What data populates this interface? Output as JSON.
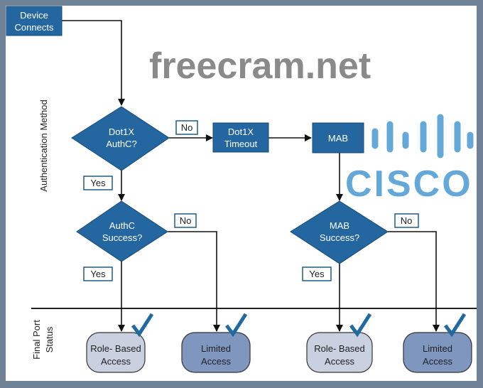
{
  "colors": {
    "frame": "#6f8296",
    "node_fill": "#2467a0",
    "node_stroke": "#174a78",
    "role_fill": "#c9d0e0",
    "limited_fill": "#7f96bf",
    "check": "#1f6aa0",
    "watermark_gray": "#8a8a8a",
    "cisco_blue": "#64a8da"
  },
  "nodes": {
    "start": {
      "line1": "Device",
      "line2": "Connects"
    },
    "dot1x_decision": {
      "line1": "Dot1X",
      "line2": "AuthC?"
    },
    "dot1x_timeout": {
      "line1": "Dot1X",
      "line2": "Timeout"
    },
    "mab": {
      "line1": "MAB"
    },
    "authc_success": {
      "line1": "AuthC",
      "line2": "Success?"
    },
    "mab_success": {
      "line1": "MAB",
      "line2": "Success?"
    }
  },
  "edge_labels": {
    "dot1x_no": "No",
    "dot1x_yes": "Yes",
    "authc_no": "No",
    "authc_yes": "Yes",
    "mab_no": "No",
    "mab_yes": "Yes"
  },
  "lanes": {
    "auth_method": "Authentication Method",
    "final_port_line1": "Final Port",
    "final_port_line2": "Status"
  },
  "outcomes": [
    {
      "line1": "Role- Based",
      "line2": "Access",
      "kind": "role",
      "checked": true
    },
    {
      "line1": "Limited",
      "line2": "Access",
      "kind": "limited",
      "checked": true
    },
    {
      "line1": "Role- Based",
      "line2": "Access",
      "kind": "role",
      "checked": true
    },
    {
      "line1": "Limited",
      "line2": "Access",
      "kind": "limited",
      "checked": true
    }
  ],
  "watermarks": {
    "site": "freecram.net",
    "logo": "CISCO"
  }
}
